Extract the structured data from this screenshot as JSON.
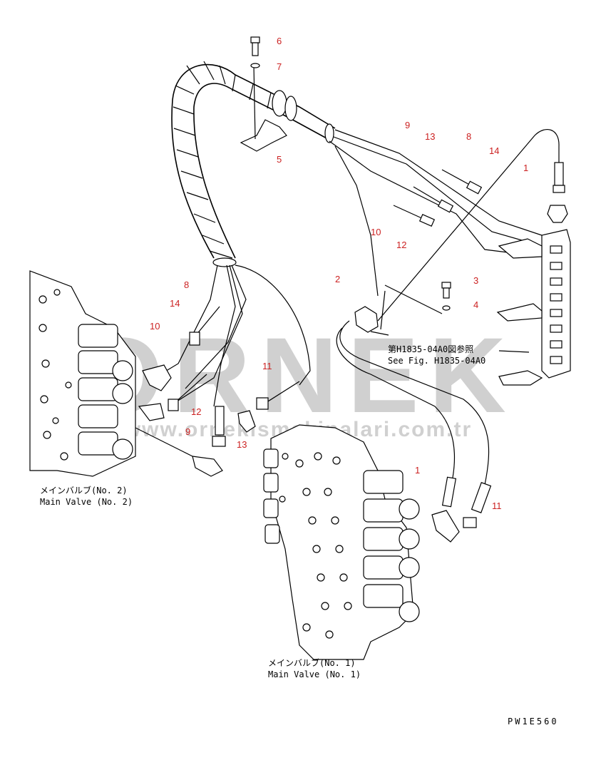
{
  "watermark": {
    "brand": "ORNEK",
    "url": "www.ornekismakinalari.com.tr",
    "color": "#c8c8c8"
  },
  "callouts": [
    "1",
    "2",
    "3",
    "4",
    "5",
    "6",
    "7",
    "8",
    "9",
    "10",
    "11",
    "12",
    "13",
    "14"
  ],
  "captions": {
    "main_valve_2_jp": "メインバルブ(No. 2)",
    "main_valve_2_en": "Main Valve (No. 2)",
    "main_valve_1_jp": "メインバルブ(No. 1)",
    "main_valve_1_en": "Main Valve (No. 1)",
    "ref_jp": "第H1835-04A0図参照",
    "ref_en": "See Fig. H1835-04A0"
  },
  "drawing_code": "PW1E560",
  "colors": {
    "callout": "#cc2222",
    "line": "#000000"
  }
}
